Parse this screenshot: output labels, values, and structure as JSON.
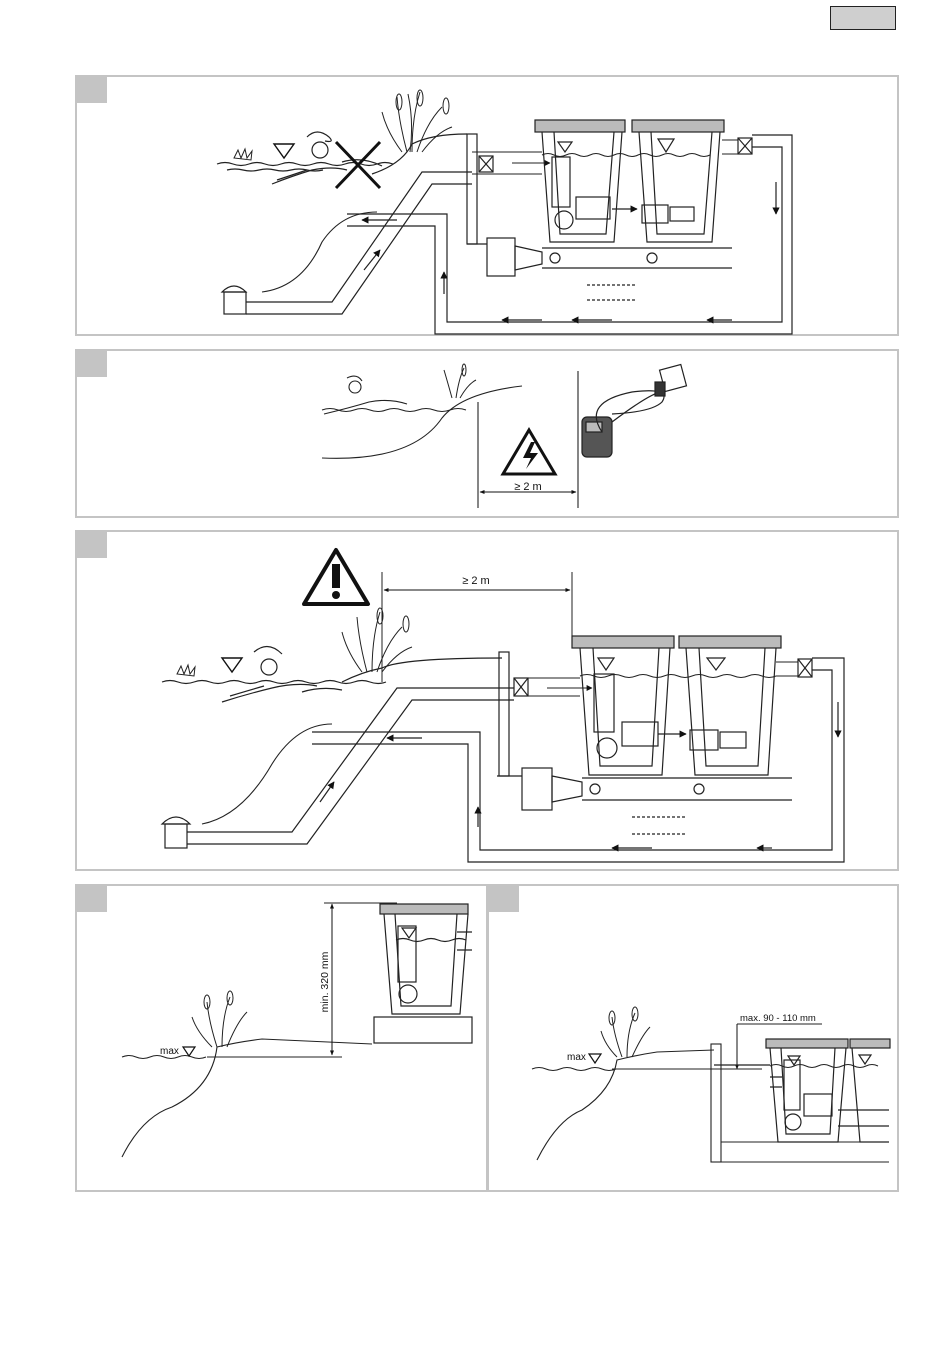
{
  "labels": {
    "dist_panel2": "≥ 2 m",
    "dist_panel3": "≥ 2 m",
    "min_height": "min. 320 mm",
    "max_height": "max. 90 - 110 mm",
    "max_level_left": "max",
    "max_level_right": "max"
  }
}
